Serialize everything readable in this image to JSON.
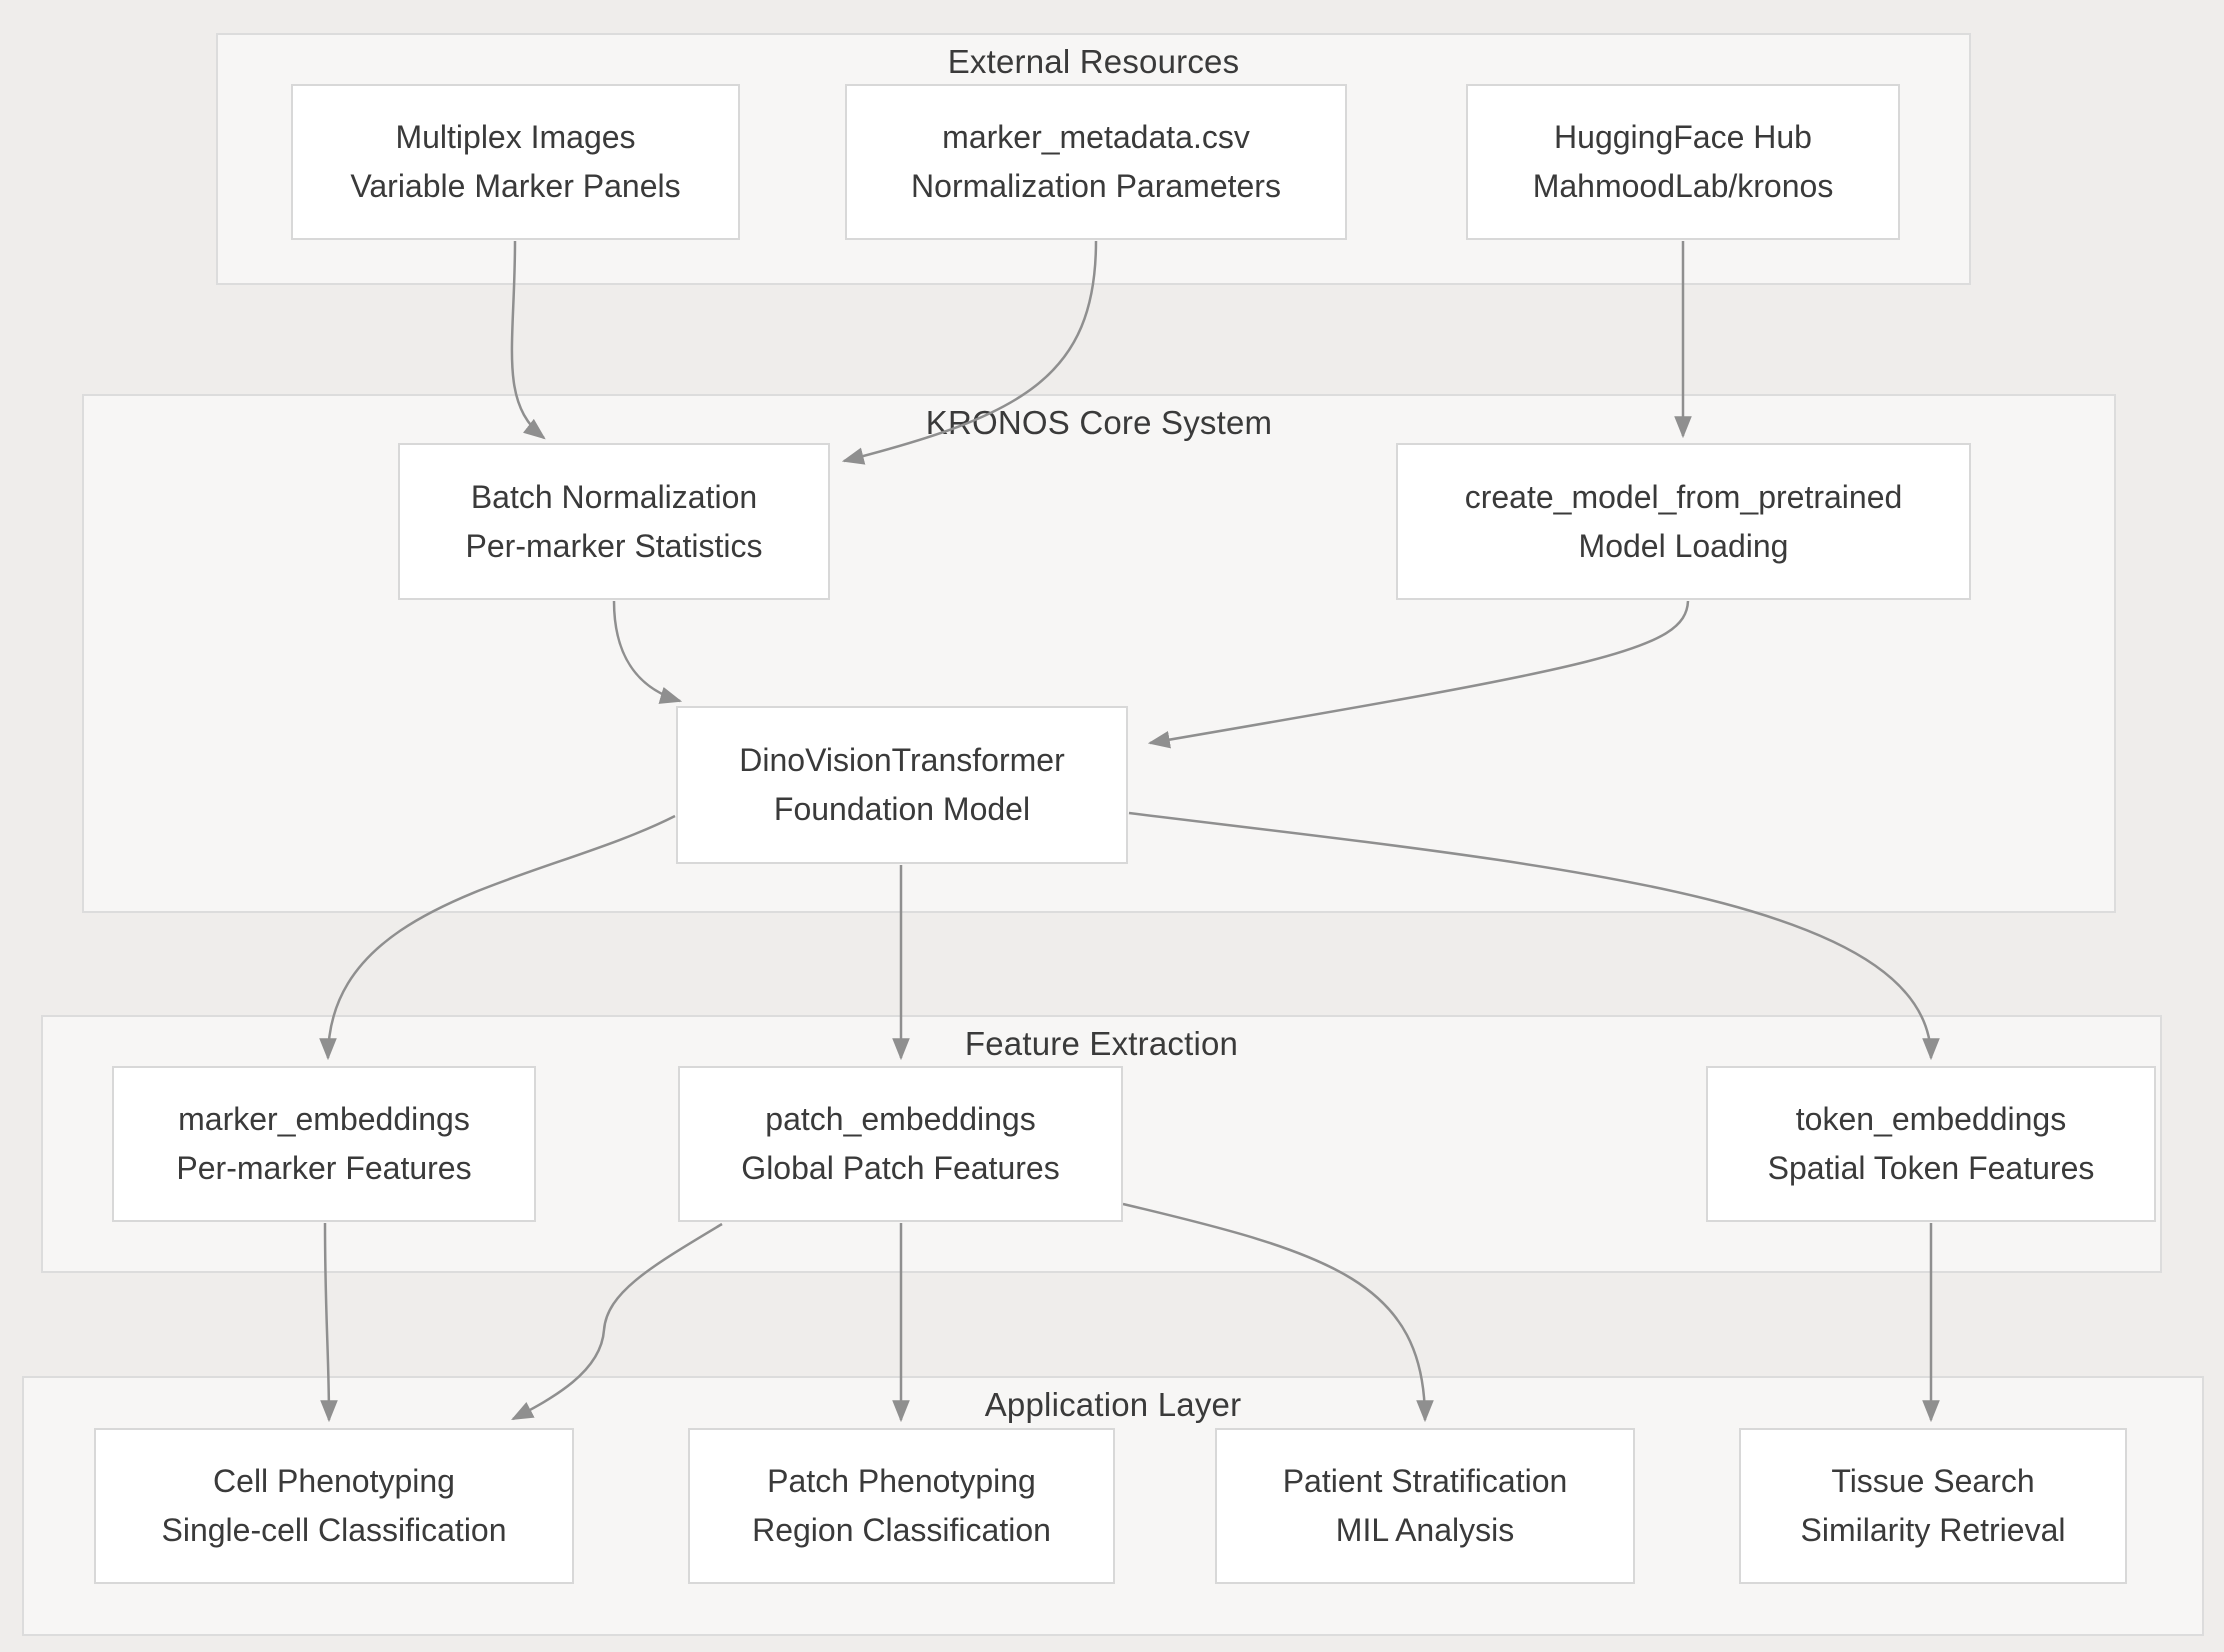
{
  "colors": {
    "page_bg": "#efedeb",
    "container_bg": "#f7f6f5",
    "container_border": "#dcdcdc",
    "node_bg": "#ffffff",
    "node_border": "#d8d8d8",
    "text": "#3a3a3a",
    "arrow": "#8f8f8f"
  },
  "containers": {
    "external": {
      "title": "External Resources"
    },
    "kronos": {
      "title": "KRONOS Core System"
    },
    "feature": {
      "title": "Feature Extraction"
    },
    "application": {
      "title": "Application Layer"
    }
  },
  "nodes": {
    "multiplex": {
      "line1": "Multiplex Images",
      "line2": "Variable Marker Panels"
    },
    "marker_metadata": {
      "line1": "marker_metadata.csv",
      "line2": "Normalization Parameters"
    },
    "huggingface": {
      "line1": "HuggingFace Hub",
      "line2": "MahmoodLab/kronos"
    },
    "batch_norm": {
      "line1": "Batch Normalization",
      "line2": "Per-marker Statistics"
    },
    "create_model": {
      "line1": "create_model_from_pretrained",
      "line2": "Model Loading"
    },
    "dino": {
      "line1": "DinoVisionTransformer",
      "line2": "Foundation Model"
    },
    "marker_embeddings": {
      "line1": "marker_embeddings",
      "line2": "Per-marker Features"
    },
    "patch_embeddings": {
      "line1": "patch_embeddings",
      "line2": "Global Patch Features"
    },
    "token_embeddings": {
      "line1": "token_embeddings",
      "line2": "Spatial Token Features"
    },
    "cell_phenotyping": {
      "line1": "Cell Phenotyping",
      "line2": "Single-cell Classification"
    },
    "patch_phenotyping": {
      "line1": "Patch Phenotyping",
      "line2": "Region Classification"
    },
    "patient_stratification": {
      "line1": "Patient Stratification",
      "line2": "MIL Analysis"
    },
    "tissue_search": {
      "line1": "Tissue Search",
      "line2": "Similarity Retrieval"
    }
  },
  "edges": [
    {
      "from": "multiplex",
      "to": "batch_norm"
    },
    {
      "from": "marker_metadata",
      "to": "batch_norm"
    },
    {
      "from": "huggingface",
      "to": "create_model"
    },
    {
      "from": "batch_norm",
      "to": "dino"
    },
    {
      "from": "create_model",
      "to": "dino"
    },
    {
      "from": "dino",
      "to": "marker_embeddings"
    },
    {
      "from": "dino",
      "to": "patch_embeddings"
    },
    {
      "from": "dino",
      "to": "token_embeddings"
    },
    {
      "from": "marker_embeddings",
      "to": "cell_phenotyping"
    },
    {
      "from": "patch_embeddings",
      "to": "cell_phenotyping"
    },
    {
      "from": "patch_embeddings",
      "to": "patch_phenotyping"
    },
    {
      "from": "patch_embeddings",
      "to": "patient_stratification"
    },
    {
      "from": "token_embeddings",
      "to": "tissue_search"
    }
  ]
}
